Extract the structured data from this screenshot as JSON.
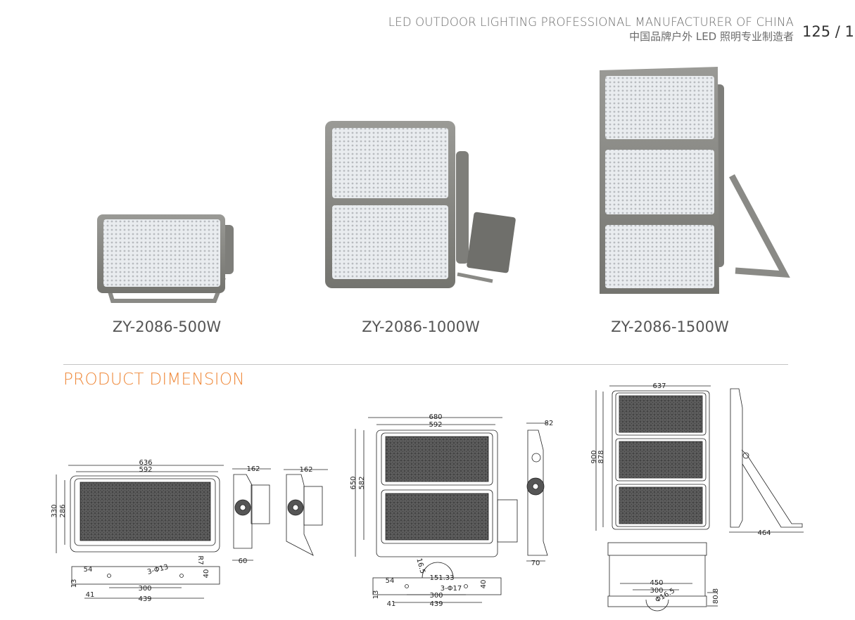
{
  "header": {
    "tagline_en": "LED OUTDOOR LIGHTING PROFESSIONAL MANUFACTURER OF CHINA",
    "tagline_cn": "中国品牌户外 LED 照明专业制造者",
    "page_number": "125 / 1"
  },
  "products": [
    {
      "model": "ZY-2086-500W"
    },
    {
      "model": "ZY-2086-1000W"
    },
    {
      "model": "ZY-2086-1500W"
    }
  ],
  "section_title": "PRODUCT DIMENSION",
  "colors": {
    "accent": "#ef8a3c",
    "housing": "#8a8a86",
    "drawing": "#222222"
  },
  "dimensions": {
    "d500": {
      "width": "636",
      "inner_width": "592",
      "height": "330",
      "inner_height": "286",
      "depth": "162",
      "depth2": "162",
      "side_base": "60",
      "bracket": {
        "a": "54",
        "holes": "3-Φ13",
        "radius": "R7",
        "slot": "40",
        "thick": "13",
        "spacing": "300",
        "offset": "41",
        "length": "439"
      }
    },
    "d1000": {
      "width": "680",
      "inner_width": "592",
      "height": "650",
      "inner_height": "582",
      "depth": "82",
      "side_base": "70",
      "bracket": {
        "a": "54",
        "r": "16.5",
        "angle": "151.33",
        "holes": "3-Φ17",
        "slot": "40",
        "thick": "13",
        "spacing": "300",
        "offset": "41",
        "length": "439"
      }
    },
    "d1500": {
      "width": "637",
      "height": "900",
      "inner_height": "878",
      "depth": "464",
      "bracket": {
        "span": "450",
        "spacing": "300",
        "hole": "Φ16.5",
        "height": "80.8"
      }
    }
  }
}
